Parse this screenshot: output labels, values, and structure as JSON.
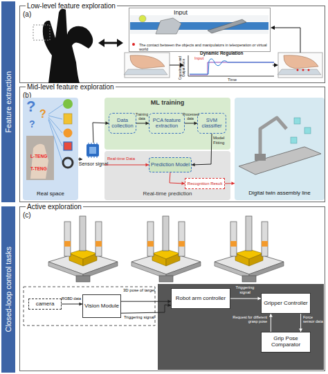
{
  "diagram": {
    "nodes": [
      {
        "text": [
          "Feature extraction"
        ]
      },
      {
        "text": [
          "Low-level feature exploration",
          "(a)"
        ]
      },
      {
        "text": [
          "Input",
          "The contact between the objects and manipulators in teleoperation or virtual world"
        ],
        "in": 1
      },
      {
        "text": [
          "Dynamic Regulation",
          "Capacitance and Output Force",
          "Time",
          "Input"
        ],
        "in": 1
      },
      {
        "text": [
          "Mid-level feature exploration",
          "(b)"
        ]
      },
      {
        "text": [
          "Real space"
        ],
        "in": 4
      },
      {
        "text": [
          "ML training"
        ],
        "in": 4
      },
      {
        "text": [
          "Data collection"
        ],
        "in": 6
      },
      {
        "text": [
          "PCA feature extraction"
        ],
        "in": 6
      },
      {
        "text": [
          "SVM classifier"
        ],
        "in": 6
      },
      {
        "text": [
          "Real-time prediction"
        ],
        "in": 4
      },
      {
        "text": [
          "Prediction Model"
        ],
        "in": 10
      },
      {
        "text": [
          "Recognition Result"
        ],
        "in": 10
      },
      {
        "text": [
          "Digital twin assembly line"
        ],
        "in": 4
      },
      {
        "text": [
          "Sensor signal"
        ],
        "in": 4
      },
      {
        "text": [
          "Closed-loop control tasks"
        ]
      },
      {
        "text": [
          "Active exploration",
          "(c)"
        ]
      },
      {
        "text": [
          "camera"
        ],
        "in": 16
      },
      {
        "text": [
          "Vision Module"
        ],
        "in": 16
      },
      {
        "text": [
          "Robot arm controller"
        ],
        "in": 16
      },
      {
        "text": [
          "Gripper Controller"
        ],
        "in": 16
      },
      {
        "text": [
          "Grip Pose Comparator"
        ],
        "in": 16
      }
    ],
    "edges": [
      {
        "from": 5,
        "to": 14,
        "arrow": "to"
      },
      {
        "from": 14,
        "to": 7,
        "arrow": "to"
      },
      {
        "from": 7,
        "to": 8,
        "label": "Training data",
        "arrow": "to"
      },
      {
        "from": 8,
        "to": 9,
        "label": "Processed data",
        "arrow": "to"
      },
      {
        "from": 9,
        "to": 11,
        "label": "Model Fitting",
        "arrow": "to"
      },
      {
        "from": 14,
        "to": 11,
        "label": "Real-time Data",
        "arrow": "to"
      },
      {
        "from": 11,
        "to": 12,
        "arrow": "to"
      },
      {
        "from": 12,
        "to": 13,
        "arrow": "to"
      },
      {
        "from": 17,
        "to": 18,
        "label": "RGBD data",
        "arrow": "to"
      },
      {
        "from": 18,
        "to": 19,
        "label": "3D pose of target",
        "arrow": "to"
      },
      {
        "from": 18,
        "to": 19,
        "label": "Triggering signal",
        "arrow": "to"
      },
      {
        "from": 19,
        "to": 20,
        "label": "Triggering signal",
        "arrow": "to"
      },
      {
        "from": 20,
        "to": 21,
        "label": "Force sensor data",
        "arrow": "to"
      },
      {
        "from": 21,
        "to": 20,
        "label": "Request for different grasp pose",
        "arrow": "to"
      }
    ],
    "labels": [
      "?",
      "?",
      "?",
      "L-TENG",
      "T-TENG"
    ]
  }
}
